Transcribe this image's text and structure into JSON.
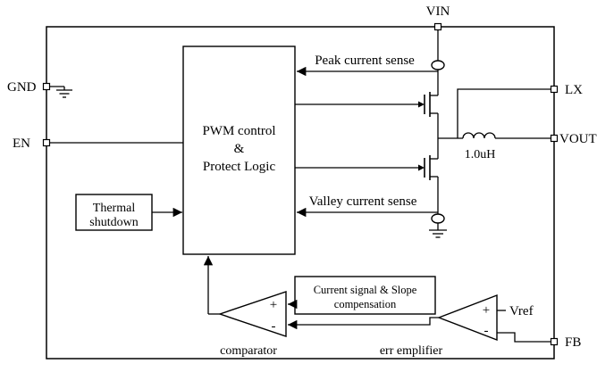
{
  "pins": {
    "vin": "VIN",
    "gnd": "GND",
    "en": "EN",
    "lx": "LX",
    "vout": "VOUT",
    "fb": "FB"
  },
  "blocks": {
    "pwm_line1": "PWM control",
    "pwm_line2": "&",
    "pwm_line3": "Protect Logic",
    "thermal_line1": "Thermal",
    "thermal_line2": "shutdown",
    "slope_line1": "Current signal & Slope",
    "slope_line2": "compensation"
  },
  "labels": {
    "peak_sense": "Peak current sense",
    "valley_sense": "Valley current sense",
    "comparator": "comparator",
    "err_amp": "err emplifier",
    "vref": "Vref",
    "inductor": "1.0uH",
    "plus": "+",
    "minus": "-"
  },
  "colors": {
    "line": "#000000",
    "background": "#ffffff"
  }
}
